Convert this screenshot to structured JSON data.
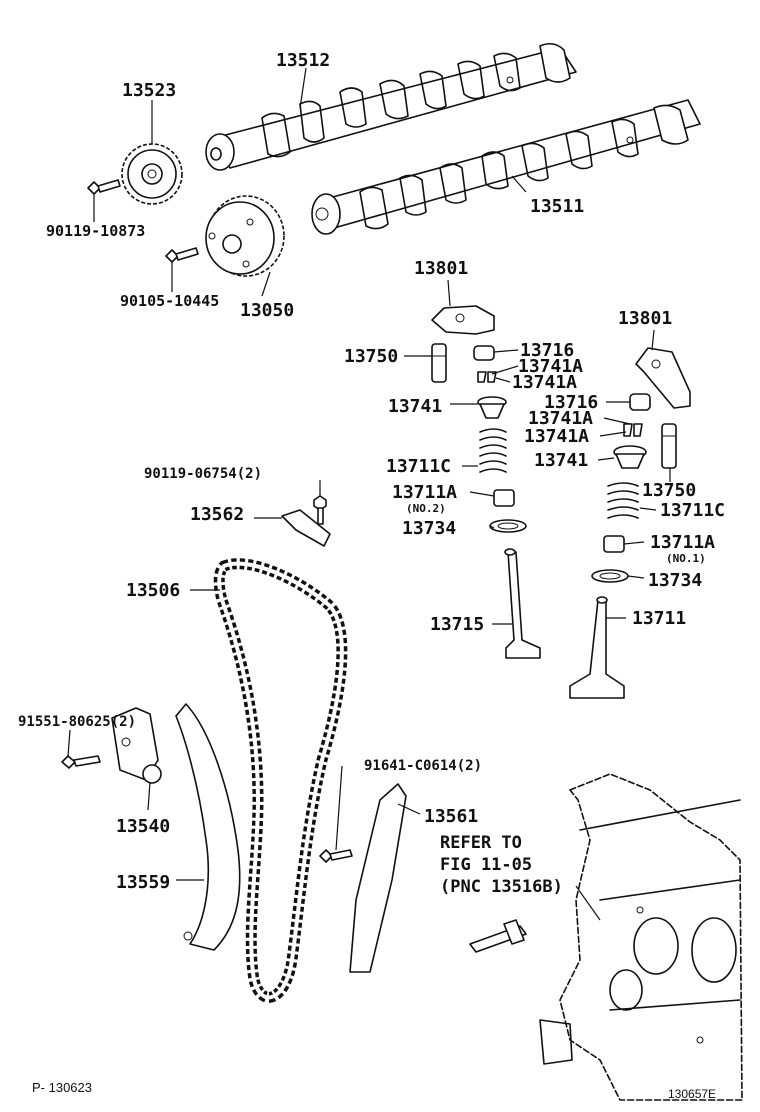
{
  "labels": {
    "l13512": "13512",
    "l13523": "13523",
    "l13511": "13511",
    "l90119_10873": "90119-10873",
    "l90105_10445": "90105-10445",
    "l13050": "13050",
    "l13801_a": "13801",
    "l13801_b": "13801",
    "l13750_a": "13750",
    "l13716_a": "13716",
    "l13741a_1": "13741A",
    "l13741a_2": "13741A",
    "l13741_a": "13741",
    "l13716_b": "13716",
    "l13741a_3": "13741A",
    "l13741a_4": "13741A",
    "l13741_b": "13741",
    "l13711c_a": "13711C",
    "l13750_b": "13750",
    "l90119_06754": "90119-06754(2)",
    "l13711a_a": "13711A",
    "l_no2": "(NO.2)",
    "l13562": "13562",
    "l13711c_b": "13711C",
    "l13734_a": "13734",
    "l13711a_b": "13711A",
    "l_no1": "(NO.1)",
    "l13506": "13506",
    "l13734_b": "13734",
    "l13715": "13715",
    "l13711": "13711",
    "l91551": "91551-80625(2)",
    "l91641": "91641-C0614(2)",
    "l13540": "13540",
    "l13561": "13561",
    "l13559": "13559",
    "refer_1": "REFER TO",
    "refer_2": "FIG 11-05",
    "refer_3": "(PNC 13516B)"
  },
  "footer": {
    "page_code": "P- 130623",
    "figure_code": "130657E"
  }
}
